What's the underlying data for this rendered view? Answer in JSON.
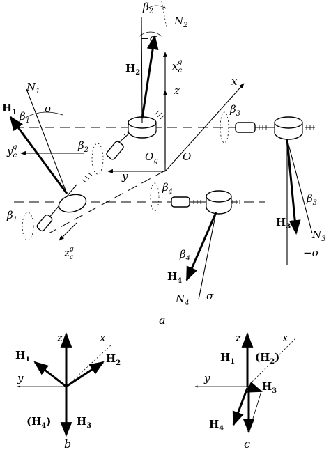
{
  "labels": {
    "beta": "β",
    "sigma": "σ",
    "minus_sigma": "−σ",
    "N": "N",
    "H": "H",
    "x": "x",
    "y": "y",
    "z": "z",
    "O": "O",
    "g": "g",
    "c": "c",
    "idx1": "1",
    "idx2": "2",
    "idx3": "3",
    "idx4": "4",
    "H2_paren": "(H",
    "H4_paren": "(H",
    "close_paren": ")"
  },
  "captions": {
    "a": "a",
    "b": "b",
    "c": "c"
  }
}
